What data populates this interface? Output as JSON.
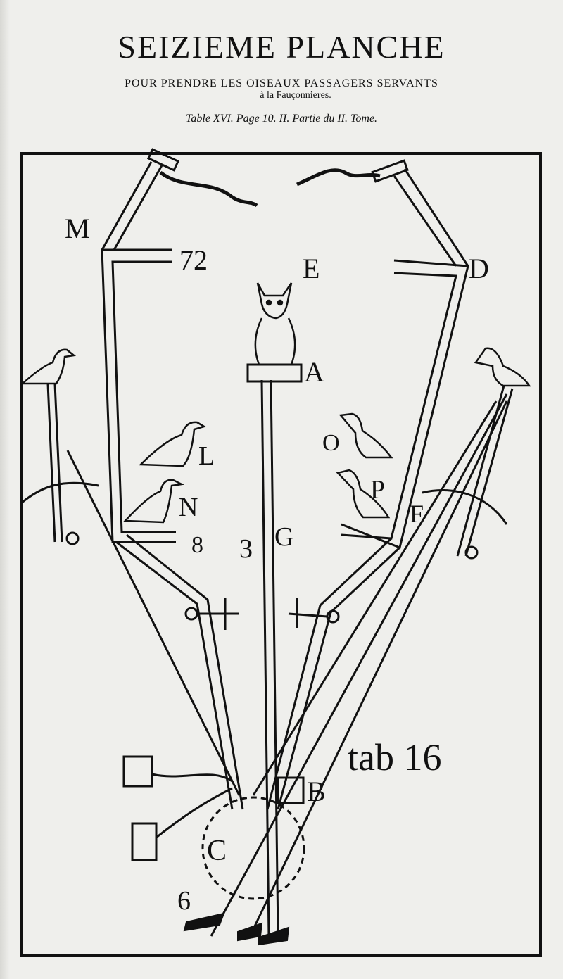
{
  "header": {
    "title": "SEIZIEME PLANCHE",
    "subtitle": "POUR PRENDRE LES OISEAUX PASSAGERS SERVANTS",
    "subtitle_line2": "à la Fauçonnieres.",
    "table_ref": "Table XVI. Page 10. II. Partie du II. Tome."
  },
  "plate": {
    "letters": {
      "m": "M",
      "d": "D",
      "e": "E",
      "a": "A",
      "l": "L",
      "o": "O",
      "n": "N",
      "p": "P",
      "g": "G",
      "f": "F",
      "b": "B",
      "c": "C"
    },
    "numerals": {
      "n72": "72",
      "n8": "8",
      "n3": "3",
      "n6": "6"
    },
    "caption": "tab 16"
  }
}
